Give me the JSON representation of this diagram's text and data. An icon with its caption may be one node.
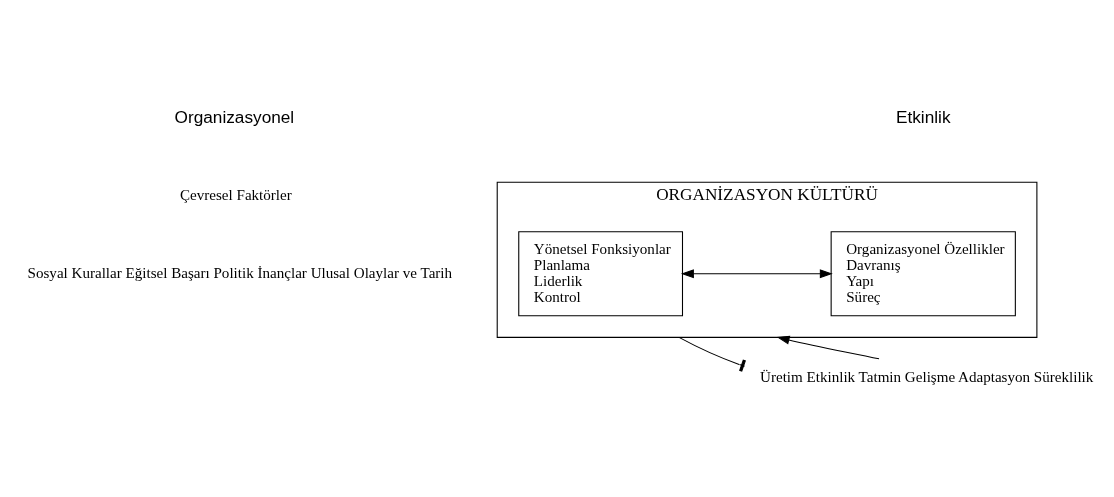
{
  "diagram": {
    "nodes": [
      {
        "text": [
          "Çevresel Faktörler"
        ]
      },
      {
        "text": [
          "Sosyal Kurallar Eğitsel Başarı Politik İnançlar Ulusal Olaylar ve Tarih"
        ]
      },
      {
        "text": [
          "ORGANİZASYON KÜLTÜRÜ"
        ]
      },
      {
        "text": [
          "Yönetsel Fonksiyonlar",
          "Planlama",
          "Liderlik",
          "Kontrol"
        ],
        "in": 2
      },
      {
        "text": [
          "Organizasyonel Özellikler",
          "Davranış",
          "Yapı",
          "Süreç"
        ],
        "in": 2
      },
      {
        "text": [
          "Üretim Etkinlik Tatmin Gelişme Adaptasyon Süreklilik"
        ]
      }
    ],
    "edges": [
      {
        "from": 3,
        "to": 4,
        "arrow": "both"
      },
      {
        "from": 2,
        "to": 5,
        "arrow": "other"
      },
      {
        "from": 5,
        "to": 2,
        "arrow": "to"
      }
    ],
    "labels": [
      "Organizasyonel",
      "Etkinlik"
    ]
  }
}
